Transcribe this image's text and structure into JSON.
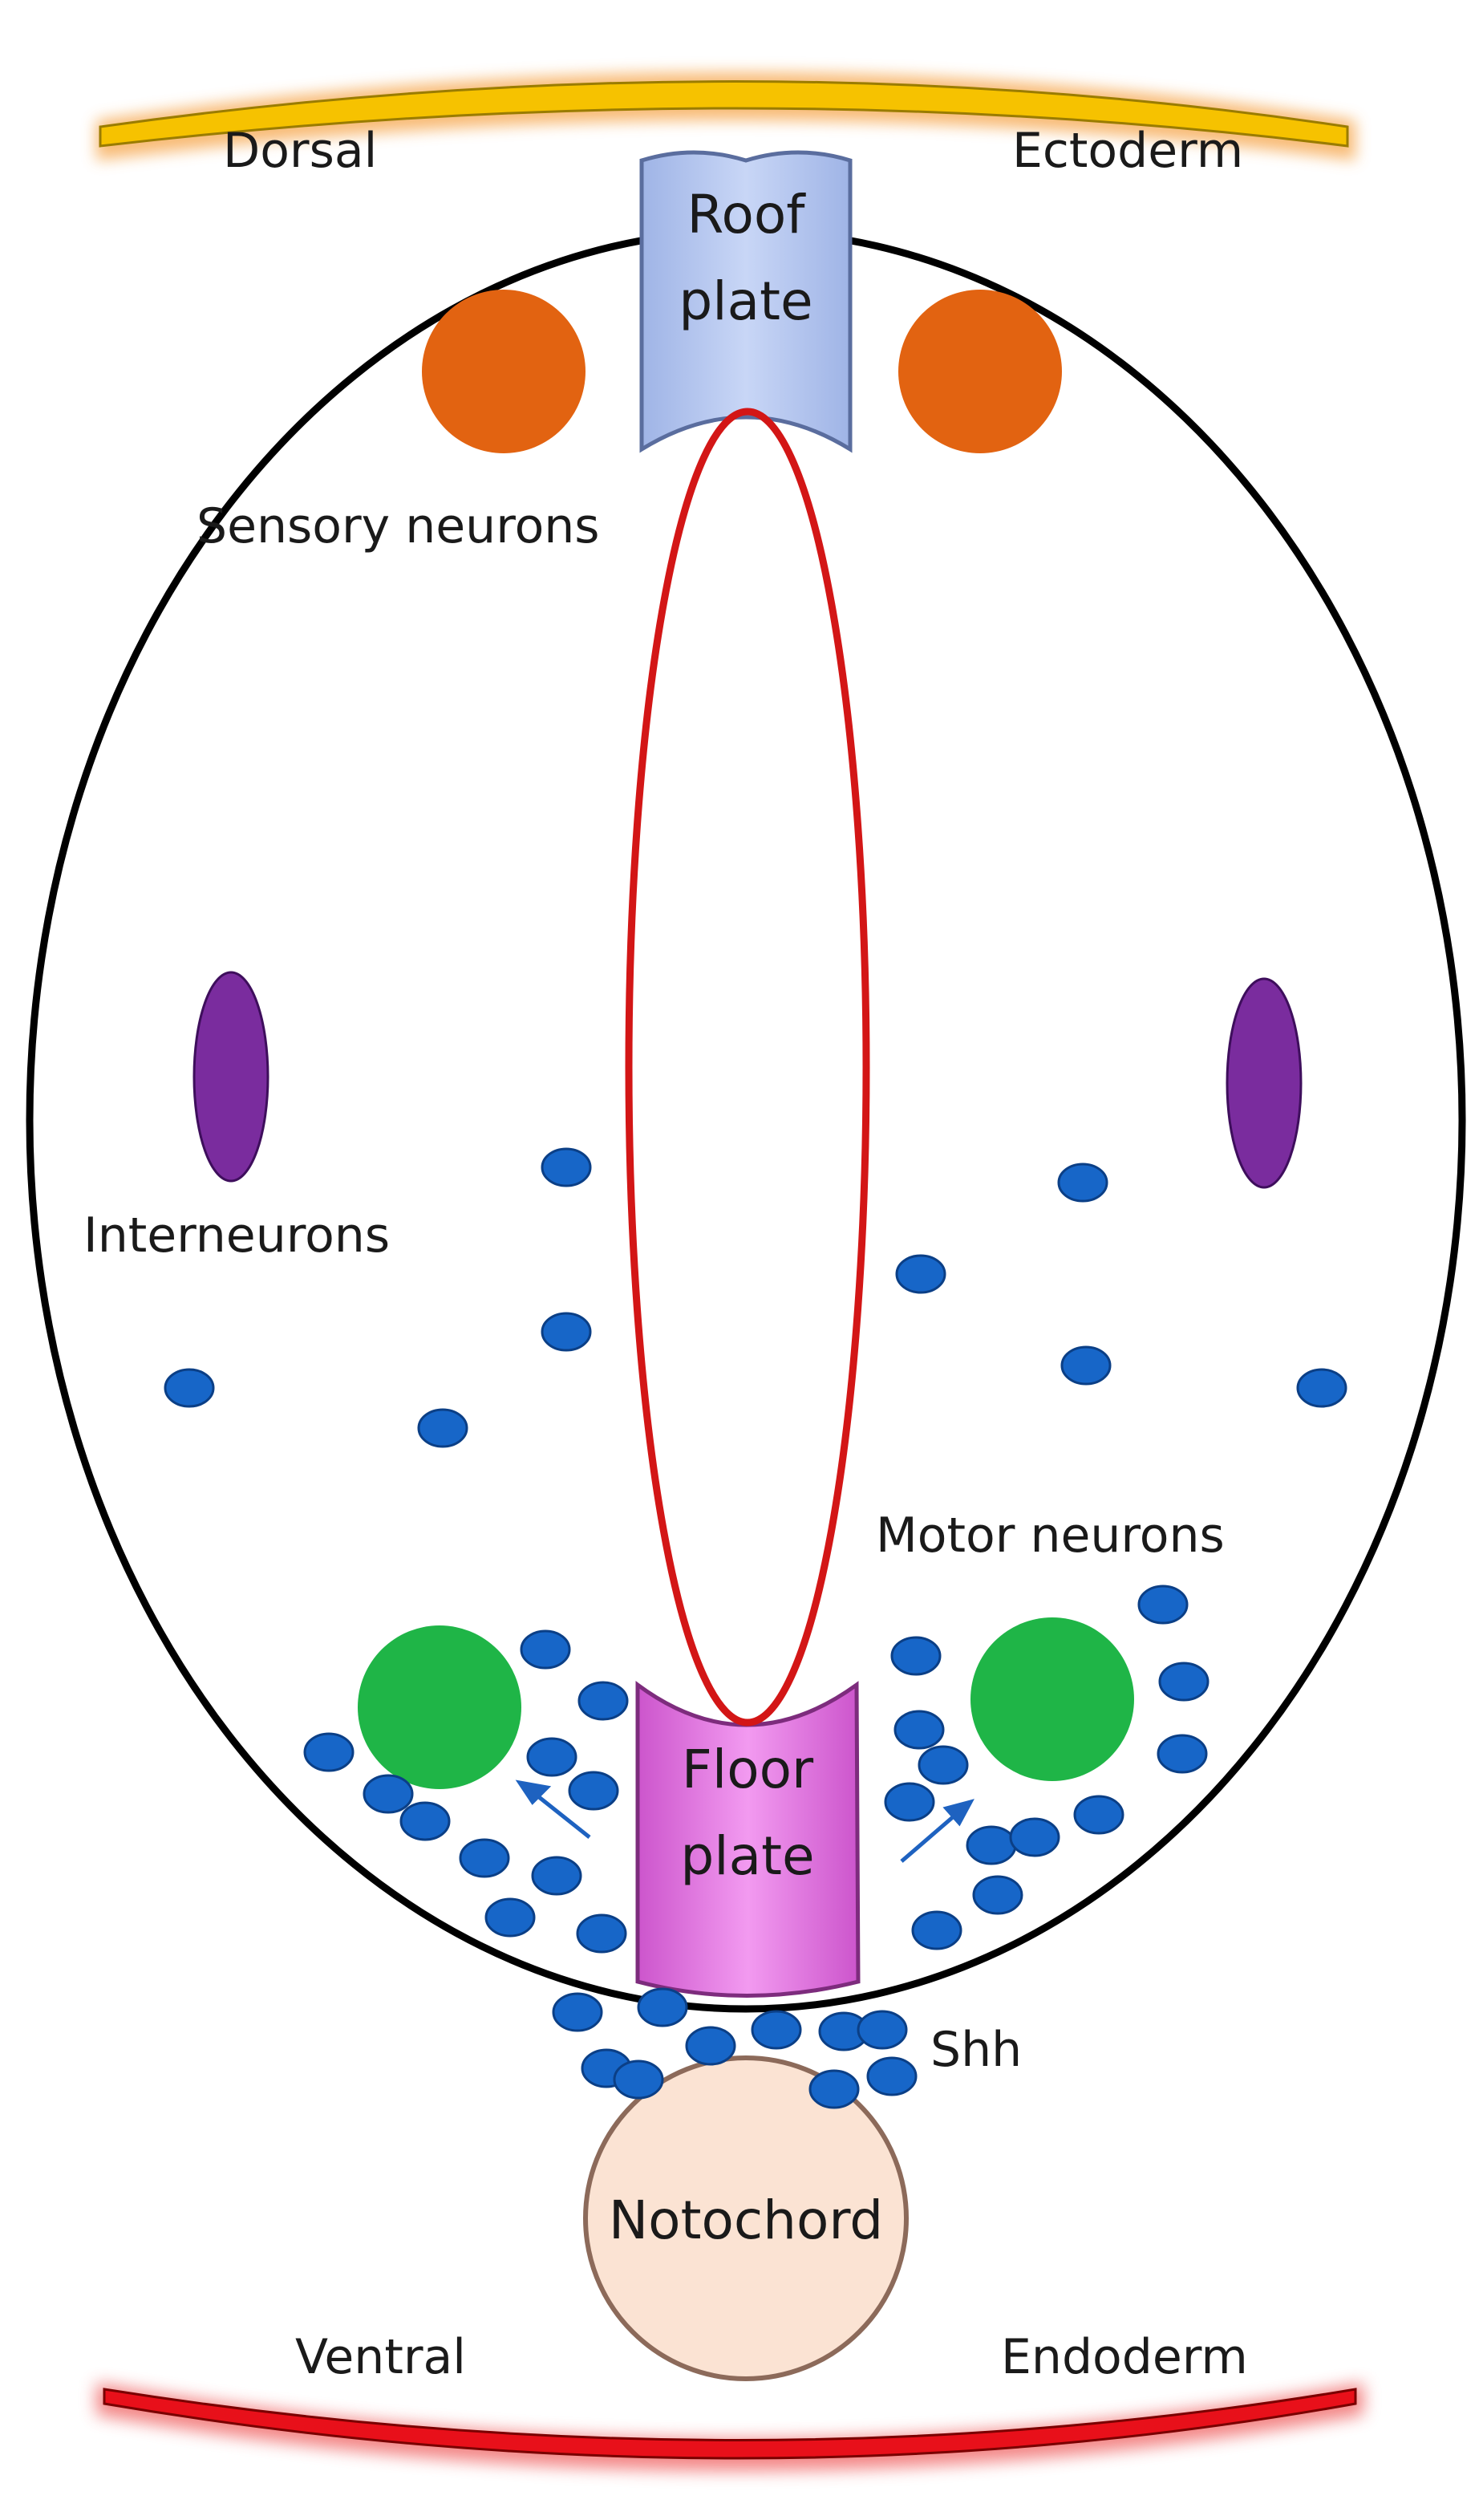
{
  "diagram": {
    "orientation": {
      "top_left": "Dorsal",
      "top_right": "Ectoderm",
      "bottom_left": "Ventral",
      "bottom_right": "Endoderm"
    },
    "structures": {
      "roof_plate": [
        "Roof",
        "plate"
      ],
      "floor_plate": [
        "Floor",
        "plate"
      ],
      "notochord": "Notochord"
    },
    "cell_labels": {
      "sensory": "Sensory neurons",
      "interneurons": "Interneurons",
      "motor": "Motor neurons",
      "signal": "Shh"
    },
    "colors": {
      "ectoderm": "#f6c200",
      "ectoderm_glow": "#f7b060",
      "endoderm": "#e8101a",
      "endoderm_glow": "#f27a7a",
      "neural_tube_outline": "#000000",
      "central_canal": "#d31616",
      "roof_plate": "#b8c8f0",
      "floor_plate": "#e079e0",
      "sensory_neuron": "#e26311",
      "interneuron": "#7a2c9e",
      "motor_neuron": "#1fb547",
      "shh": "#1766c8",
      "notochord": "#fbe3d3"
    }
  }
}
